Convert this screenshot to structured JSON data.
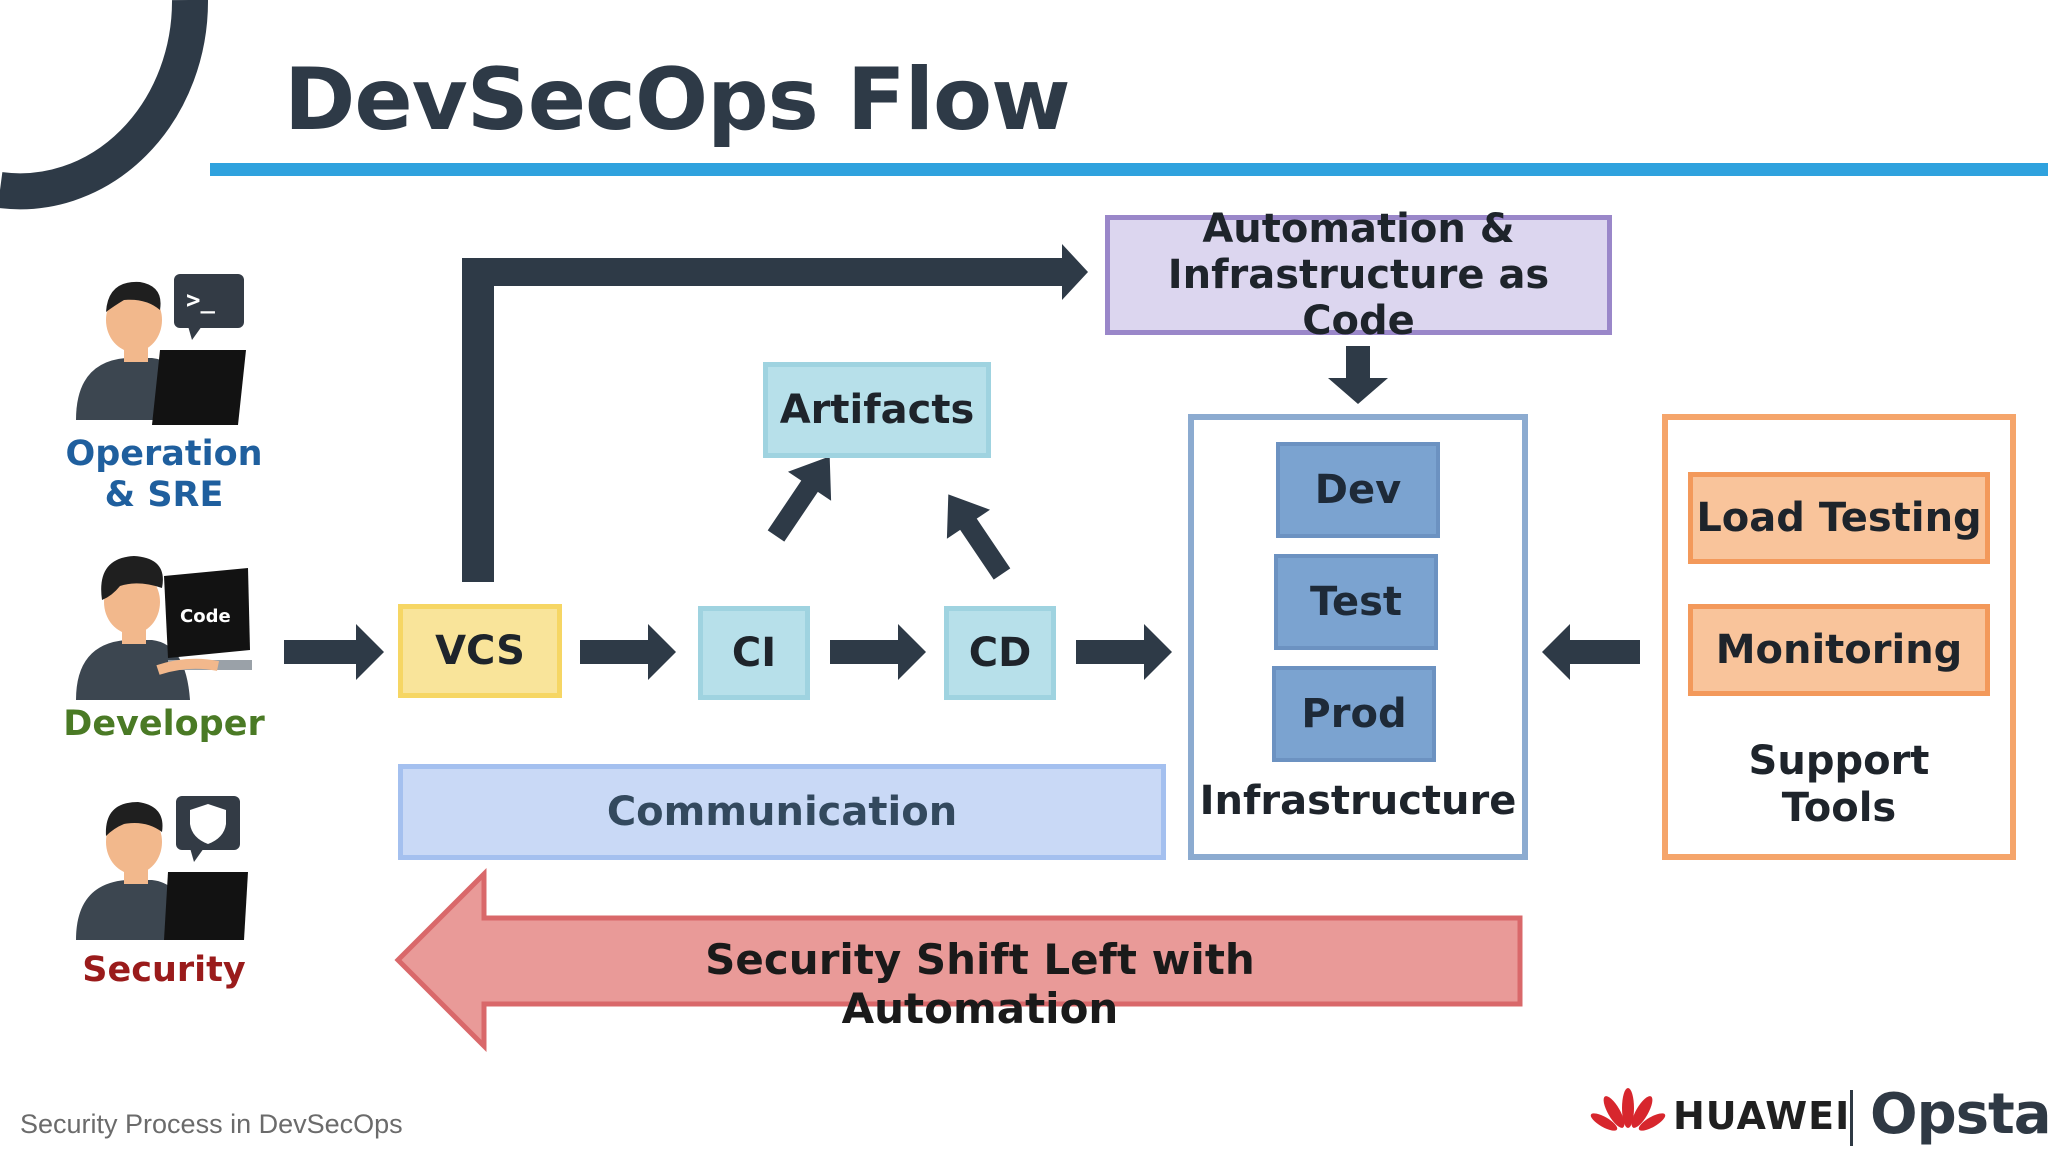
{
  "title": "DevSecOps Flow",
  "roles": {
    "operation": "Operation\n& SRE",
    "developer": "Developer",
    "security": "Security",
    "terminal_prompt": ">_",
    "code_badge": "Code"
  },
  "flow": {
    "vcs": "VCS",
    "ci": "CI",
    "cd": "CD",
    "artifacts": "Artifacts",
    "automation": "Automation &\nInfrastructure as Code",
    "communication": "Communication"
  },
  "infrastructure": {
    "environments": [
      "Dev",
      "Test",
      "Prod"
    ],
    "label": "Infrastructure"
  },
  "support_tools": {
    "tools": [
      "Load Testing",
      "Monitoring"
    ],
    "label": "Support\nTools"
  },
  "banner": "Security Shift Left with Automation",
  "footer": {
    "text": "Security Process in DevSecOps",
    "brand_1": "HUAWEI",
    "brand_2": "Opsta"
  },
  "colors": {
    "accent_rule": "#2fa2de",
    "operation_text": "#1f5f9e",
    "developer_text": "#4a7a25",
    "security_text": "#9a1b1b",
    "arrow": "#2e3a47",
    "banner_fill": "#e99a98",
    "banner_stroke": "#d9686a"
  }
}
